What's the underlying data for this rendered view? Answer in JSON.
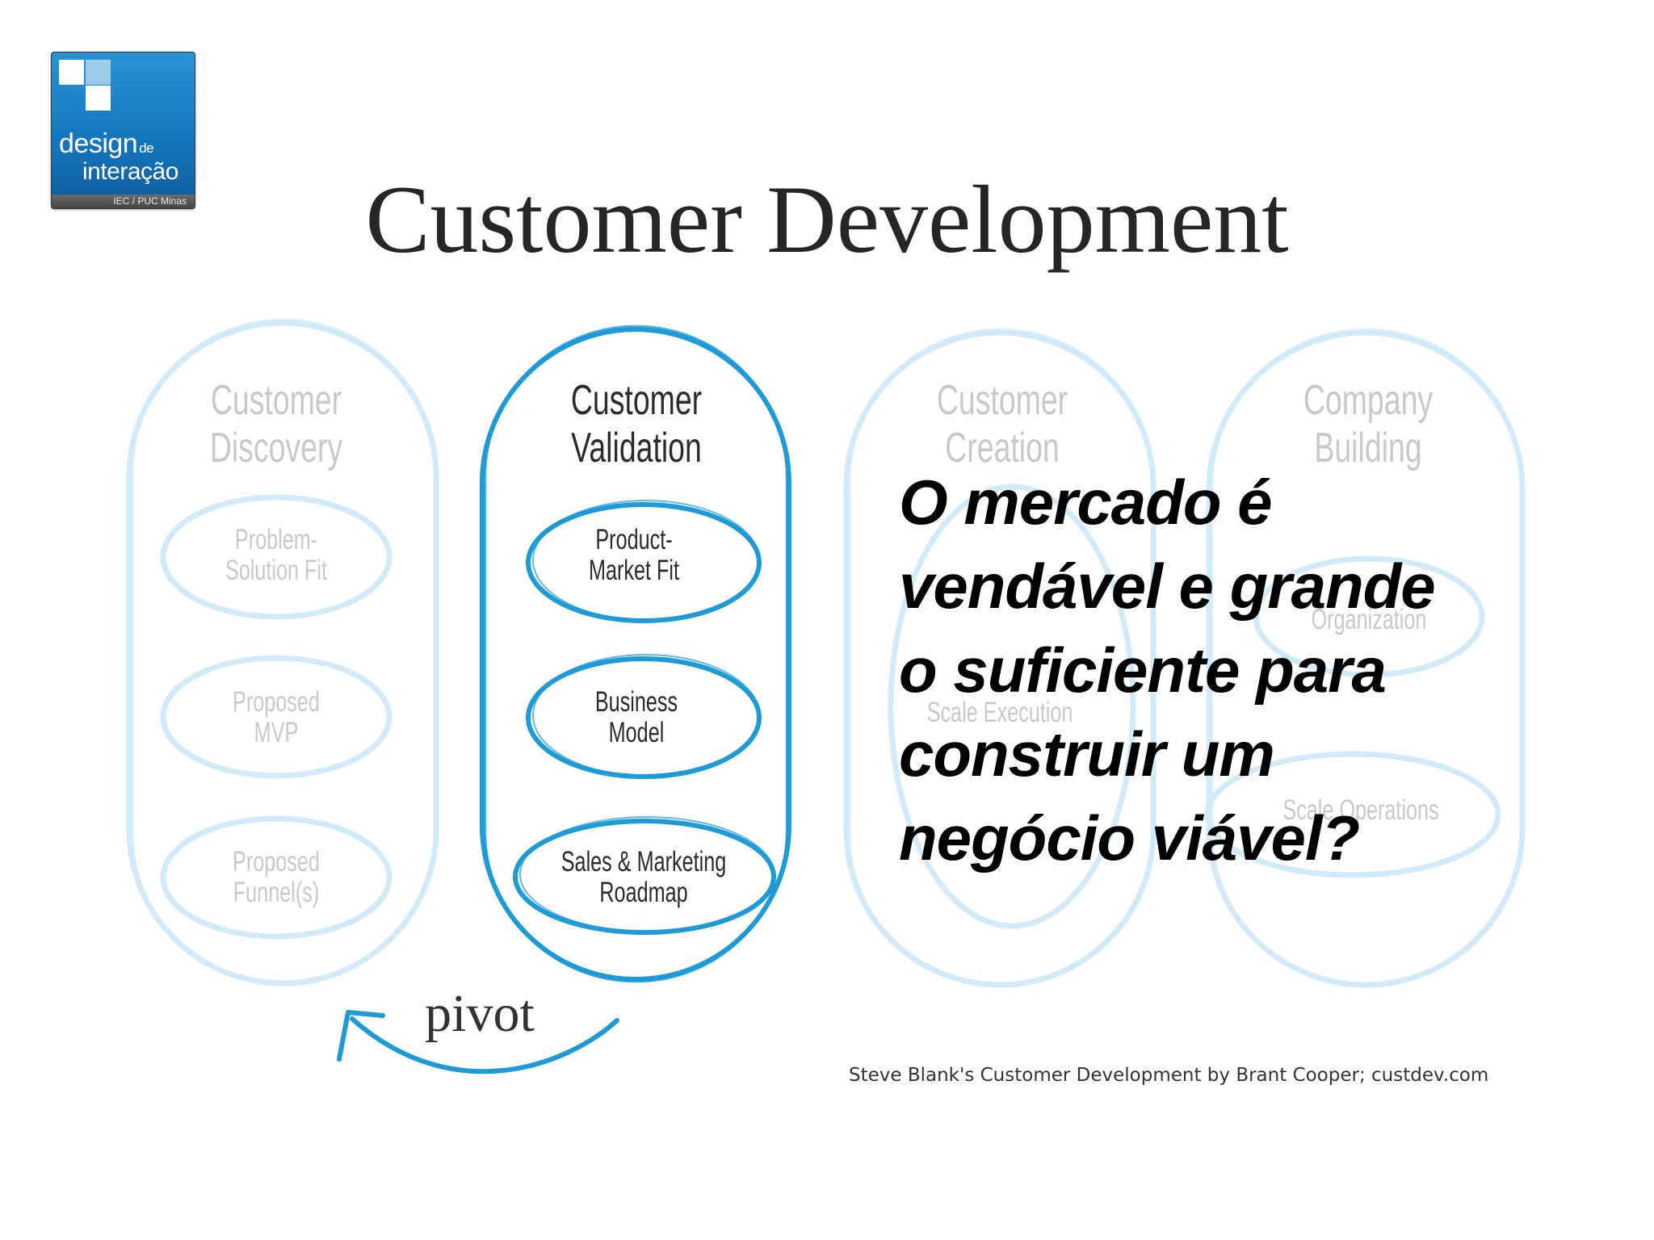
{
  "logo": {
    "word_design": "design",
    "word_de": "de",
    "word_interacao": "interação",
    "institution": "IEC / PUC Minas"
  },
  "title": "Customer Development",
  "stages": [
    {
      "line1": "Customer",
      "line2": "Discovery",
      "highlighted": false,
      "items": [
        {
          "line1": "Problem-",
          "line2": "Solution Fit"
        },
        {
          "line1": "Proposed",
          "line2": "MVP"
        },
        {
          "line1": "Proposed",
          "line2": "Funnel(s)"
        }
      ]
    },
    {
      "line1": "Customer",
      "line2": "Validation",
      "highlighted": true,
      "items": [
        {
          "line1": "Product-",
          "line2": "Market Fit"
        },
        {
          "line1": "Business",
          "line2": "Model"
        },
        {
          "line1": "Sales & Marketing",
          "line2": "Roadmap"
        }
      ]
    },
    {
      "line1": "Customer",
      "line2": "Creation",
      "highlighted": false,
      "items": [
        {
          "line1": "Scale Execution"
        }
      ]
    },
    {
      "line1": "Company",
      "line2": "Building",
      "highlighted": false,
      "items": [
        {
          "line1": "Organization"
        },
        {
          "line1": "Scale Operations"
        }
      ]
    }
  ],
  "pivot": "pivot",
  "question": [
    "O mercado é",
    "vendável e grande",
    "o suficiente para",
    "construir um",
    "negócio viável?"
  ],
  "credit": "Steve Blank's Customer Development by Brant Cooper; custdev.com",
  "colors": {
    "accent": "#1e9ad6",
    "faded_outline": "#d3ebf8",
    "faded_text": "#c9c9c9",
    "active_text": "#2b2b2b",
    "title_text": "#262626",
    "question_text": "#000000",
    "logo_blue": "#1576be"
  }
}
